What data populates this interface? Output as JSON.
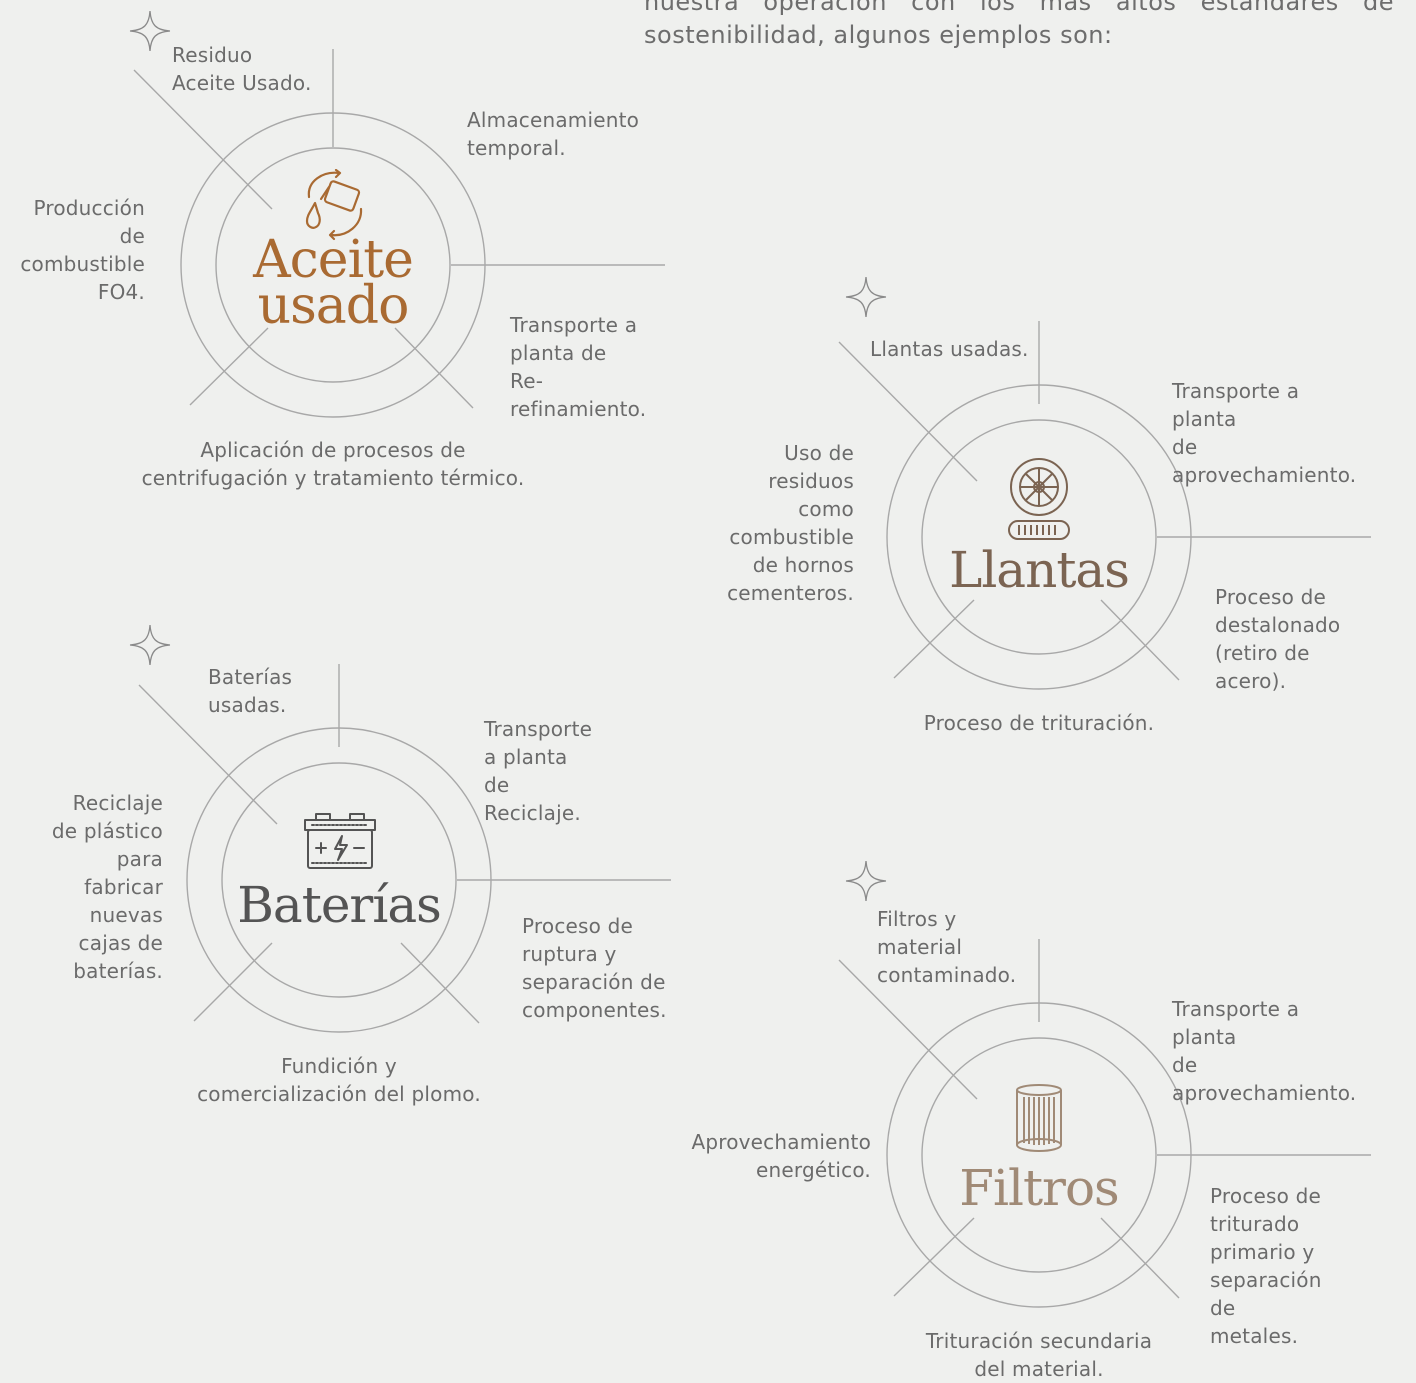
{
  "intro_text": "nuestra operación con los más altos estándares de sostenibilidad, algunos ejemplos son:",
  "colors": {
    "background": "#eff0ee",
    "line": "#a8a8a8",
    "text": "#6b6b6b"
  },
  "sections": {
    "aceite": {
      "title": "Aceite usado",
      "title_color": "#a96a32",
      "icon": "oil-can-icon",
      "steps": {
        "start": "Residuo\nAceite Usado.",
        "step2": "Almacenamiento\ntemporal.",
        "step3": "Transporte a\nplanta de\nRe-refinamiento.",
        "step4": "Aplicación de procesos de\ncentrifugación y tratamiento térmico.",
        "step5": "Producción\nde\ncombustible\nFO4."
      }
    },
    "llantas": {
      "title": "Llantas",
      "title_color": "#7b6452",
      "icon": "tire-icon",
      "steps": {
        "start": "Llantas usadas.",
        "step2": "Transporte a planta\nde aprovechamiento.",
        "step3": "Proceso de\ndestalonado\n(retiro de acero).",
        "step4": "Proceso de trituración.",
        "step5": "Uso de\nresiduos\ncomo\ncombustible\nde hornos\ncementeros."
      }
    },
    "baterias": {
      "title": "Baterías",
      "title_color": "#545454",
      "icon": "battery-icon",
      "steps": {
        "start": "Baterías\nusadas.",
        "step2": "Transporte\na planta de\nReciclaje.",
        "step3": "Proceso de\nruptura y\nseparación de\ncomponentes.",
        "step4": "Fundición y\ncomercialización del plomo.",
        "step5": "Reciclaje\nde plástico\npara\nfabricar\nnuevas\ncajas de\nbaterías."
      }
    },
    "filtros": {
      "title": "Filtros",
      "title_color": "#a08a76",
      "icon": "filter-icon",
      "steps": {
        "start": "Filtros y\nmaterial\ncontaminado.",
        "step2": "Transporte a planta\nde aprovechamiento.",
        "step3": "Proceso de\ntriturado\nprimario y\nseparación\nde metales.",
        "step4": "Trituración secundaria\ndel material.",
        "step5": "Aprovechamiento\nenergético."
      }
    }
  }
}
